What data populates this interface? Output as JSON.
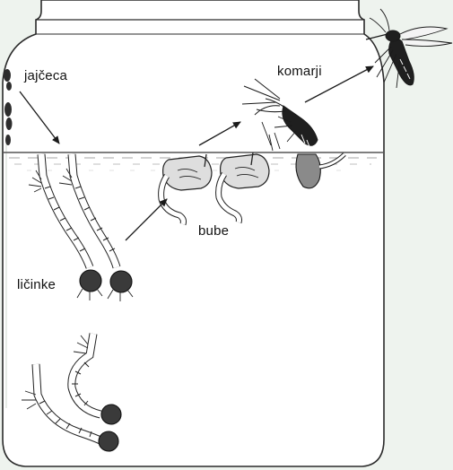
{
  "colors": {
    "background": "#ffffff",
    "jar_panel": "#eef3ee",
    "jar_outline": "#2a2a2a",
    "water_line": "#555555",
    "ink": "#1a1a1a"
  },
  "labels": {
    "eggs": "jajčeca",
    "larvae": "ličinke",
    "pupae": "bube",
    "adults": "komarji"
  }
}
